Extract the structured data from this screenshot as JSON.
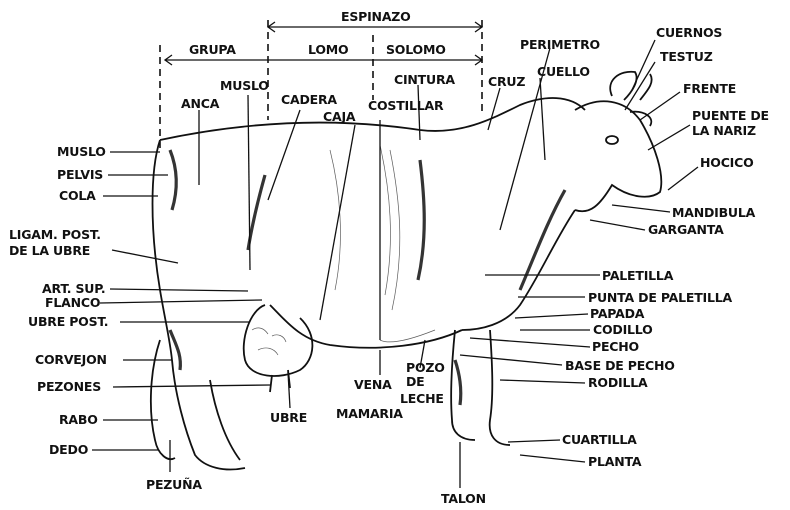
{
  "labels": {
    "espinazo": "ESPINAZO",
    "grupa": "GRUPA",
    "lomo": "LOMO",
    "solomo": "SOLOMO",
    "perimetro": "PERIMETRO",
    "cuernos": "CUERNOS",
    "testuz": "TESTUZ",
    "frente": "FRENTE",
    "puente_l1": "PUENTE DE",
    "puente_l2": "LA NARIZ",
    "hocico": "HOCICO",
    "mandibula": "MANDIBULA",
    "garganta": "GARGANTA",
    "paletilla": "PALETILLA",
    "punta_paletilla": "PUNTA DE PALETILLA",
    "papada": "PAPADA",
    "codillo": "CODILLO",
    "pecho": "PECHO",
    "base_pecho": "BASE DE PECHO",
    "rodilla": "RODILLA",
    "cuartilla": "CUARTILLA",
    "planta": "PLANTA",
    "talon": "TALON",
    "muslo_top": "MUSLO",
    "anca": "ANCA",
    "cadera": "CADERA",
    "caja": "CAJA",
    "cintura": "CINTURA",
    "costillar": "COSTILLAR",
    "cruz": "CRUZ",
    "cuello": "CUELLO",
    "muslo_left": "MUSLO",
    "pelvis": "PELVIS",
    "cola": "COLA",
    "ligam_l1": "LIGAM. POST.",
    "ligam_l2": "DE LA UBRE",
    "art_sup": "ART. SUP.",
    "flanco": "FLANCO",
    "ubre_post": "UBRE POST.",
    "corvejon": "CORVEJON",
    "pezones": "PEZONES",
    "rabo": "RABO",
    "dedo": "DEDO",
    "pezuna": "PEZUÑA",
    "ubre": "UBRE",
    "vena_l1": "VENA",
    "vena_l2": "MAMARIA",
    "pozo_l1": "POZO",
    "pozo_l2": "DE",
    "pozo_l3": "LECHE"
  }
}
